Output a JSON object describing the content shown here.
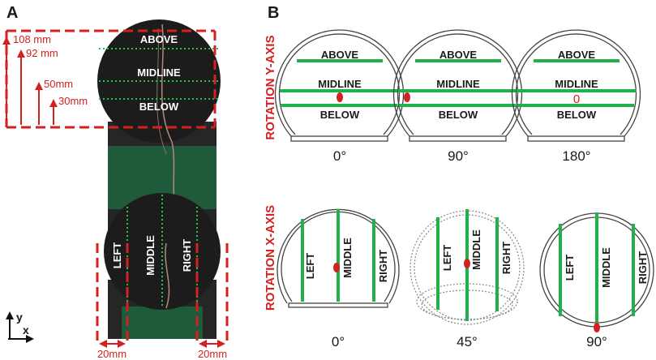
{
  "panels": {
    "a": "A",
    "b": "B"
  },
  "photo_top": {
    "labels": {
      "above": "ABOVE",
      "midline": "MIDLINE",
      "below": "BELOW"
    },
    "measurements": [
      "108 mm",
      "92 mm",
      "50mm",
      "30mm"
    ]
  },
  "photo_bottom": {
    "labels": {
      "left": "LEFT",
      "middle": "MIDDLE",
      "right": "RIGHT"
    },
    "measurements": [
      "20mm",
      "20mm"
    ]
  },
  "axes_icon": {
    "y": "y",
    "x": "x"
  },
  "row_y": {
    "title": "ROTATION Y-AXIS",
    "labels": {
      "above": "ABOVE",
      "midline": "MIDLINE",
      "below": "BELOW",
      "zero_marker": "0"
    },
    "angles": [
      "0°",
      "90°",
      "180°"
    ]
  },
  "row_x": {
    "title": "ROTATION X-AXIS",
    "labels": {
      "left": "LEFT",
      "middle": "MIDDLE",
      "right": "RIGHT"
    },
    "angles": [
      "0°",
      "45°",
      "90°"
    ]
  },
  "colors": {
    "accent_red": "#d42020",
    "electrode_green": "#22b04a",
    "outline": "#444444",
    "photo_dark": "#1c1c1c",
    "base_green": "#1f5a3a"
  }
}
